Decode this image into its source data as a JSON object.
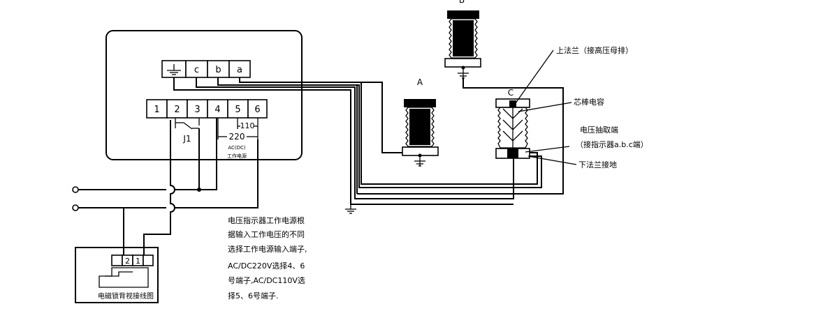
{
  "ground_terminal_icon": "ground-icon",
  "terminal_block_top": [
    "c",
    "b",
    "a"
  ],
  "terminal_block_bottom": [
    "1",
    "2",
    "3",
    "4",
    "5",
    "6"
  ],
  "relay_label": "J1",
  "voltage_high": "220",
  "voltage_low": "110",
  "supply_type": "AC(DC)",
  "supply_caption": "工作电源",
  "insulator_a_label": "A",
  "insulator_b_label": "B",
  "sensor_c_label": "C",
  "callouts": {
    "upper_flange": "上法兰（接高压母排）",
    "core_capacitor": "芯棒电容",
    "voltage_tap_title": "电压抽取端",
    "voltage_tap_note": "（接指示器a.b.c端）",
    "lower_flange": "下法兰接地"
  },
  "lock_terminals": [
    "2",
    "1"
  ],
  "lock_caption": "电磁锁背视接线图",
  "note_lines": [
    "电压指示器工作电源根",
    "据输入工作电压的不同",
    "选择工作电源输入端子,",
    "AC/DC220V选择4、6",
    "号端子,AC/DC110V选",
    "择5、6号端子."
  ]
}
